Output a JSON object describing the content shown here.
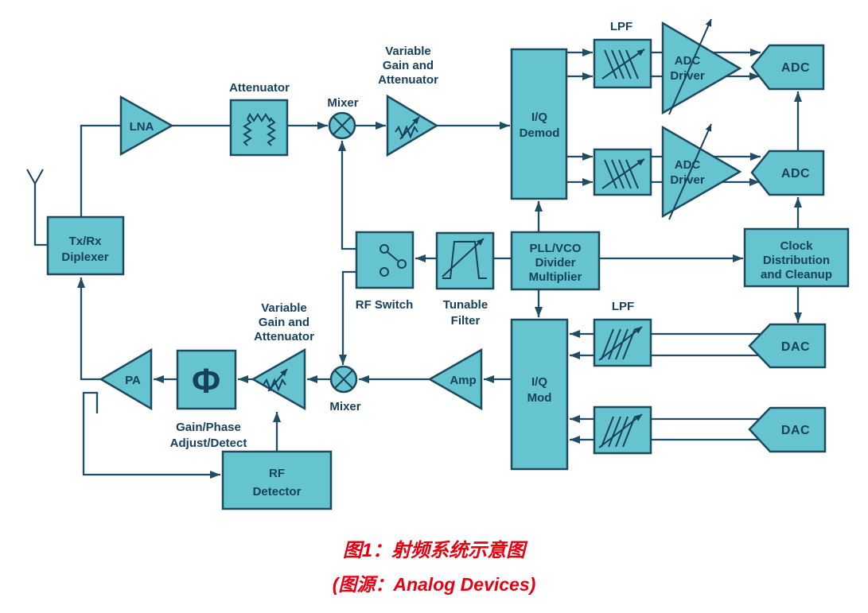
{
  "figure": {
    "type": "rf-system-block-diagram",
    "colors": {
      "block_fill": "#65c4cf",
      "block_border": "#1d4a5f",
      "wire": "#204d66",
      "label_text": "#17405e",
      "caption_red": "#e60012",
      "background": "#ffffff"
    },
    "blocks": {
      "diplexer": [
        "Tx/Rx",
        "Diplexer"
      ],
      "lna": "LNA",
      "attenuator_label": "Attenuator",
      "mixer_rx": "Mixer",
      "vga_rx": [
        "Variable",
        "Gain and",
        "Attenuator"
      ],
      "iq_demod": [
        "I/Q",
        "Demod"
      ],
      "lpf_rx": "LPF",
      "adc_driver": [
        "ADC",
        "Driver"
      ],
      "adc": "ADC",
      "clock": [
        "Clock",
        "Distribution",
        "and Cleanup"
      ],
      "pll": [
        "PLL/VCO",
        "Divider",
        "Multiplier"
      ],
      "tunable_filter": [
        "Tunable",
        "Filter"
      ],
      "rf_switch": "RF Switch",
      "iq_mod": [
        "I/Q",
        "Mod"
      ],
      "lpf_tx": "LPF",
      "dac": "DAC",
      "amp": "Amp",
      "mixer_tx": "Mixer",
      "vga_tx": [
        "Variable",
        "Gain and",
        "Attenuator"
      ],
      "phi": "Φ",
      "gain_phase": [
        "Gain/Phase",
        "Adjust/Detect"
      ],
      "pa": "PA",
      "rf_detector": [
        "RF",
        "Detector"
      ]
    }
  },
  "caption": {
    "line1": "图1：射频系统示意图",
    "line2": "(图源：Analog Devices)"
  }
}
